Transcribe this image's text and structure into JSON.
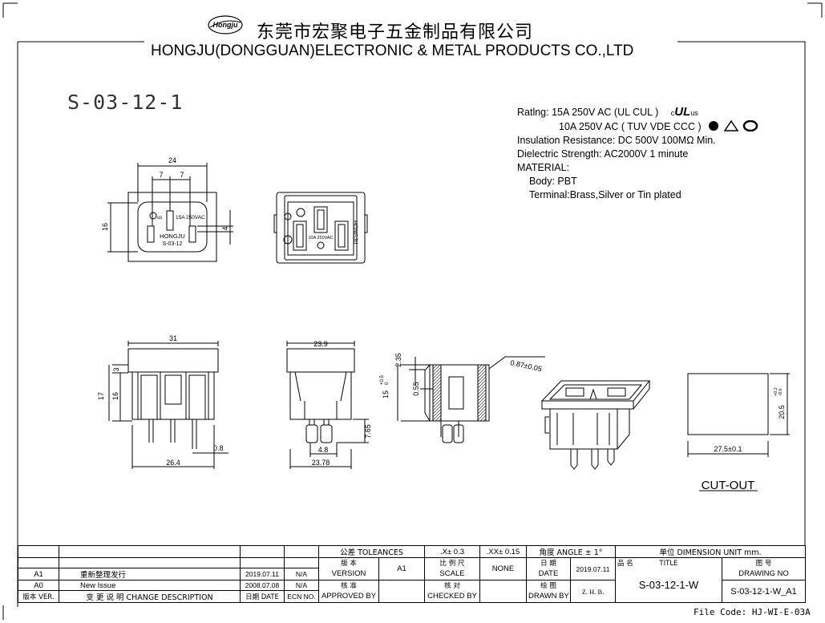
{
  "header": {
    "logo_text": "Hongju",
    "company_cn": "东莞市宏聚电子五金制品有限公司",
    "company_en": "HONGJU(DONGGUAN)ELECTRONIC & METAL PRODUCTS CO.,LTD"
  },
  "part_number": "S-03-12-1",
  "specs": {
    "rating_line1": "Ratlng: 15A 250V AC (UL  CUL  )",
    "rating_line2": "10A 250V AC ( TUV VDE  CCC )",
    "insulation": "Insulation Resistance: DC 500V 100MΩ Min.",
    "dielectric": "Dielectric Strength: AC2000V 1 minute",
    "material": "MATERIAL:",
    "body": "Body: PBT",
    "terminal": "Terminal:Brass,Silver or Tin plated",
    "ul_mark_c": "c",
    "ul_mark_us": "us"
  },
  "drawing": {
    "front": {
      "dim_width": "24",
      "dim_pitch_left": "7",
      "dim_pitch_right": "7",
      "dim_height": "16",
      "dim_pin": "4",
      "label_rating": "15A 250VAC",
      "label_ul": "us",
      "label_brand": "HONGJU",
      "label_model": "S-03-12"
    },
    "back": {
      "brand": "HONGJU",
      "rating": "10A 250VAC"
    },
    "side1": {
      "dim_top": "31",
      "dim_flange": "3",
      "dim_height_total": "17",
      "dim_height_body": "16",
      "dim_pin": "0.8",
      "dim_bottom": "26.4"
    },
    "side2": {
      "dim_top": "23.9",
      "dim_pin_len": "7.65",
      "dim_pin_w": "4.8",
      "dim_bottom": "23.78"
    },
    "section": {
      "dim_flange": "2.35",
      "dim_panel": "15",
      "dim_panel_tol_top": "+0.5",
      "dim_panel_tol_bot": "0",
      "dim_gap": "0.55",
      "dim_angle": "0.87±0.05"
    },
    "cutout": {
      "dim_width": "27.5±0.1",
      "dim_height": "20.5",
      "dim_height_tol_top": "+0.2",
      "dim_height_tol_bot": "-0.0",
      "title": "CUT-OUT"
    }
  },
  "title_block": {
    "tolerances_label": "公差 TOLEANCES",
    "tol_x": ".X± 0.3",
    "tol_xx": ".XX± 0.15",
    "tol_angle": "角度 ANGLE  ± 1°",
    "unit_label": "单位  DIMENSION UNIT    mm.",
    "version_cn": "版 本",
    "version_en": "VERSION",
    "version_val": "A1",
    "scale_cn": "比 例 尺",
    "scale_en": "SCALE",
    "scale_val": "NONE",
    "date_cn": "日  期",
    "date_en": "DATE",
    "date_val": "2019.07.11",
    "name_cn": "品  名",
    "title_en": "TITLE",
    "title_val": "S-03-12-1-W",
    "drawing_no_cn": "图  号",
    "drawing_no_en": "DRAWING NO",
    "drawing_no_val": "S-03-12-1-W_A1",
    "approved_cn": "核  准",
    "approved_en": "APPROVED BY",
    "checked_cn": "核  对",
    "checked_en": "CHECKED BY",
    "drawn_cn": "绘  图",
    "drawn_en": "DRAWN BY",
    "drawn_val": "Z. H. B.",
    "revisions": [
      {
        "ver": "A1",
        "desc": "重新整理发行",
        "date": "2019.07.11",
        "ecn": "N/A"
      },
      {
        "ver": "A0",
        "desc": "New Issue",
        "date": "2008.07.08",
        "ecn": "N/A"
      }
    ],
    "rev_header_ver": "版本 VER.",
    "rev_header_desc": "变 更 说 明  CHANGE DESCRIPTION",
    "rev_header_date": "日期 DATE",
    "rev_header_ecn": "ECN NO."
  },
  "file_code": "File Code: HJ-WI-E-03A"
}
